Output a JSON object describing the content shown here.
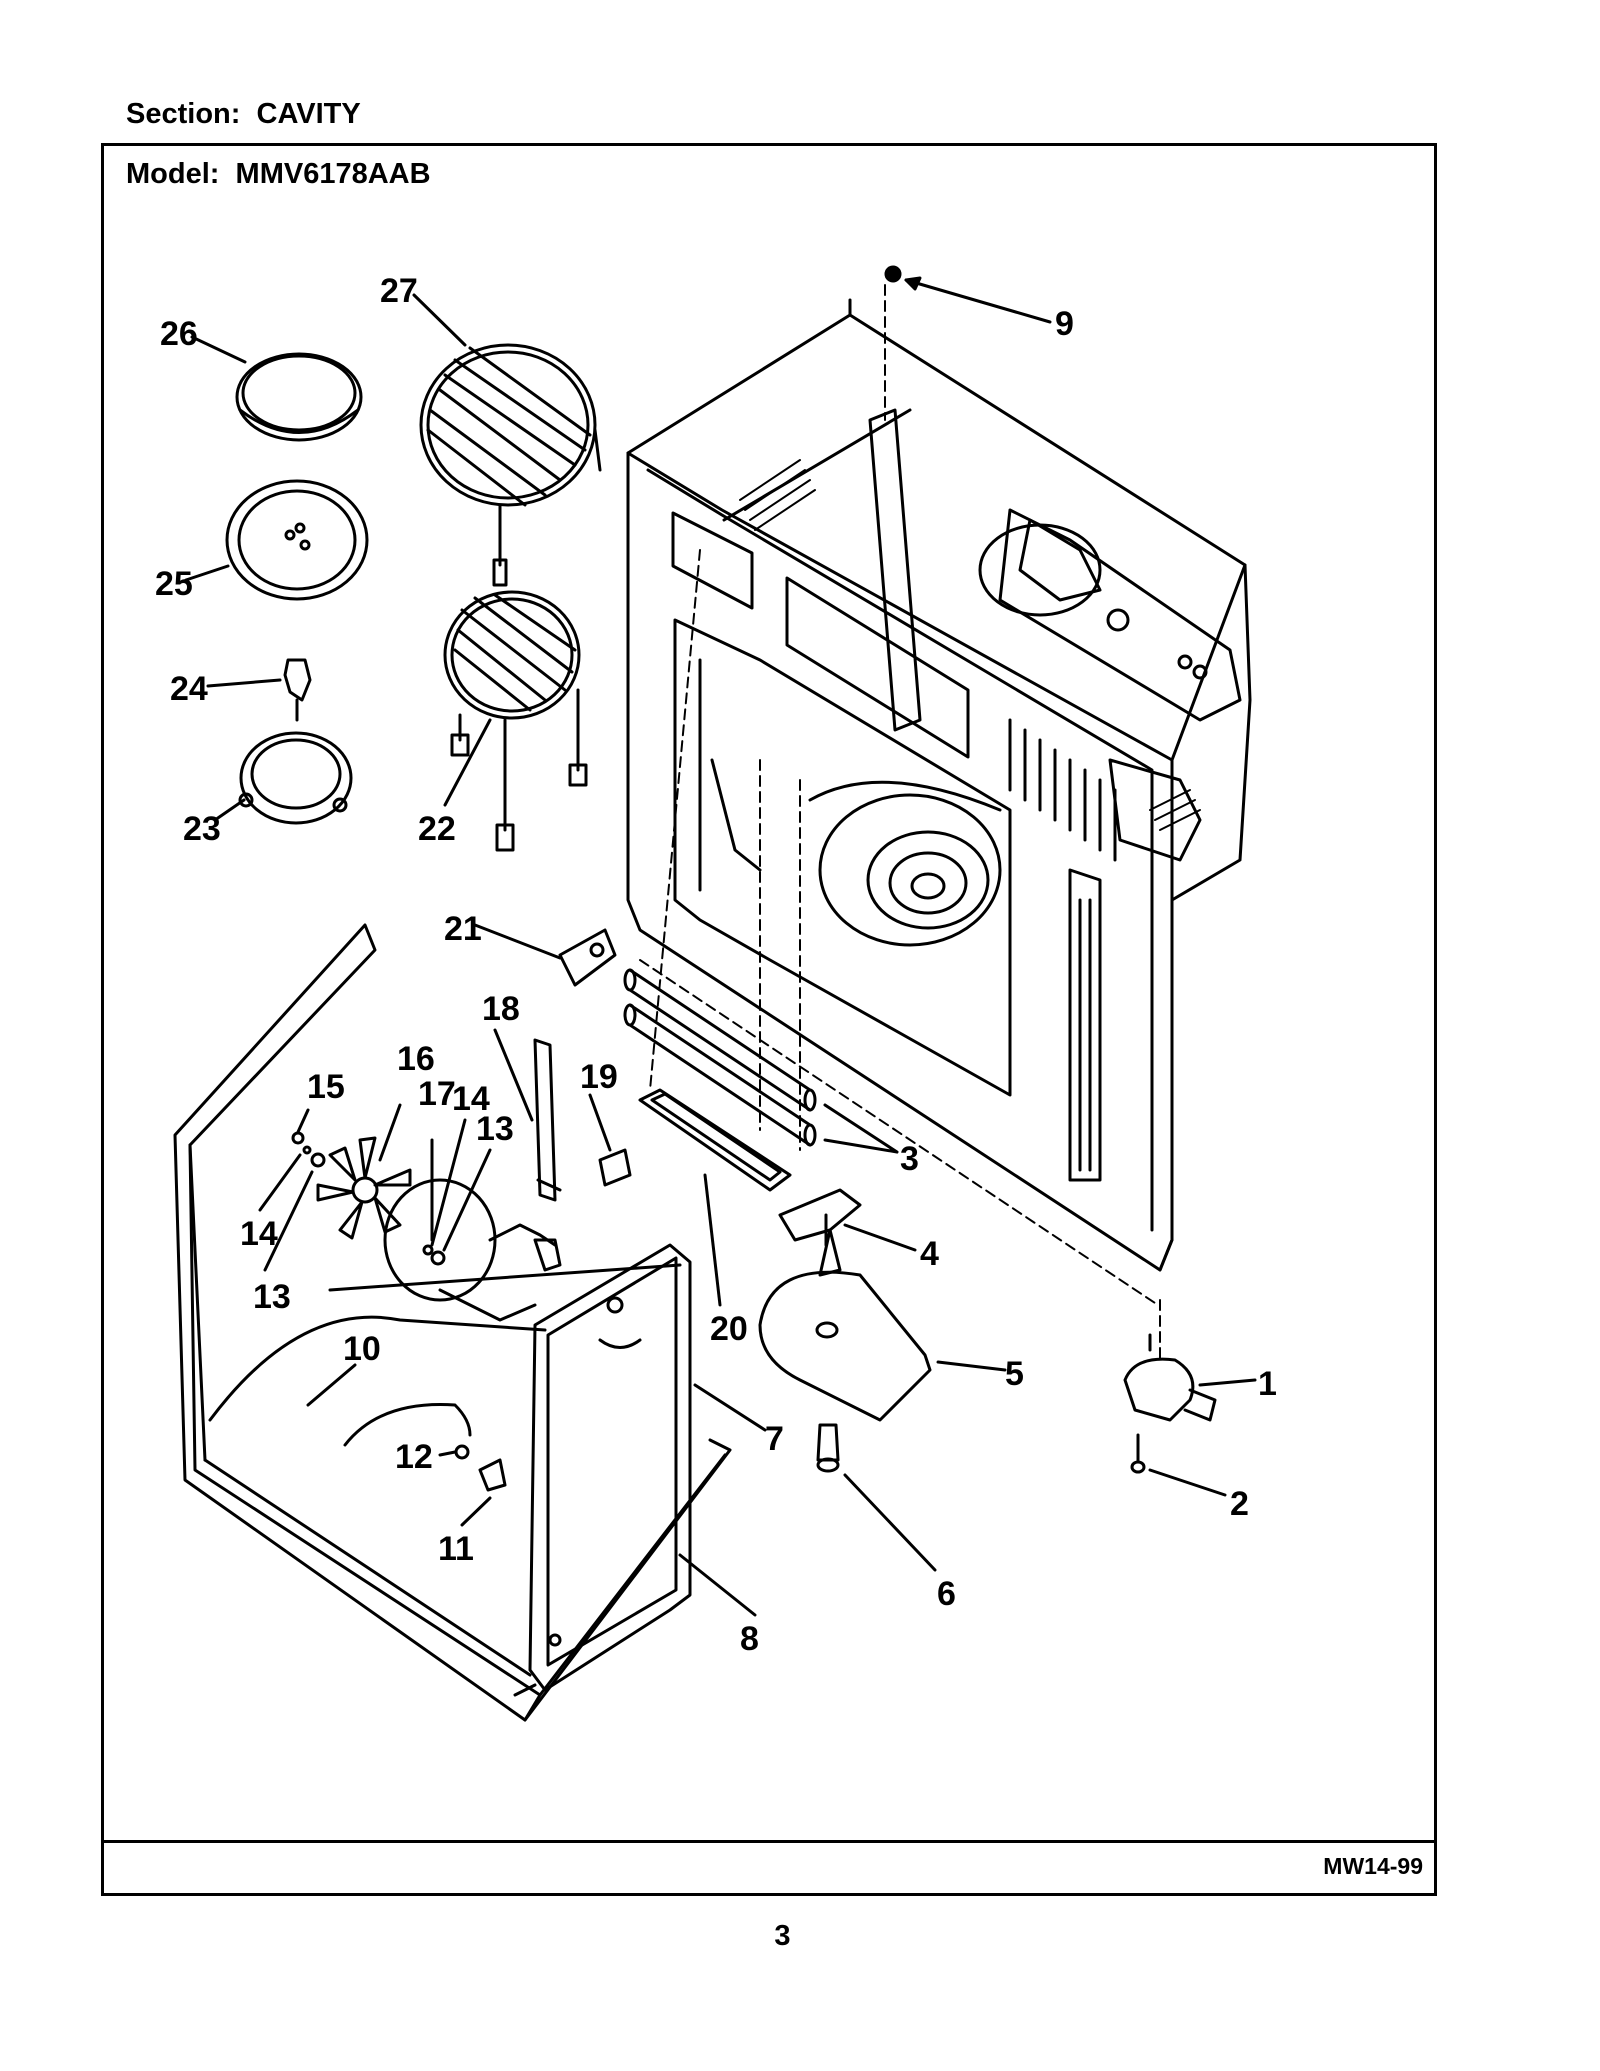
{
  "header": {
    "section": "Section:  CAVITY",
    "model": "Model:  MMV6178AAB"
  },
  "footer": {
    "doc_code": "MW14-99",
    "page_number": "3"
  },
  "diagram": {
    "callouts": [
      "1",
      "2",
      "3",
      "4",
      "5",
      "6",
      "7",
      "8",
      "9",
      "10",
      "11",
      "12",
      "13",
      "13",
      "14",
      "14",
      "15",
      "16",
      "17",
      "18",
      "19",
      "20",
      "21",
      "22",
      "23",
      "24",
      "25",
      "26",
      "27"
    ]
  }
}
